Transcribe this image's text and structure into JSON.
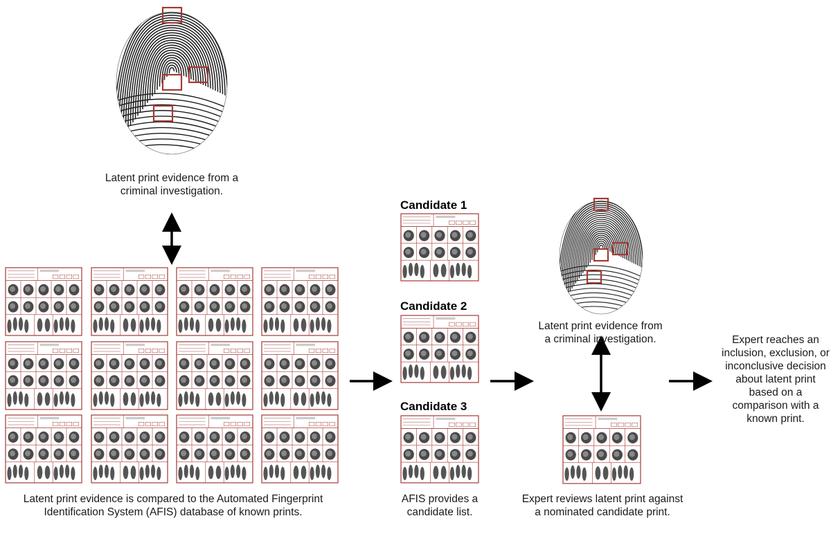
{
  "latent_caption_top": "Latent print evidence from a criminal investigation.",
  "latent_caption_right": "Latent print evidence from a criminal investigation.",
  "database_caption": "Latent print evidence is compared to the Automated Fingerprint Identification System (AFIS) database of known prints.",
  "afis_caption": "AFIS provides a candidate list.",
  "expert_review_caption": "Expert reviews latent print against a nominated candidate print.",
  "decision_caption": "Expert reaches an inclusion, exclusion, or inconclusive decision about latent print based on a comparison with a known print.",
  "candidates": [
    {
      "label": "Candidate 1"
    },
    {
      "label": "Candidate 2"
    },
    {
      "label": "Candidate 3"
    }
  ],
  "colors": {
    "card_border": "#a33a33",
    "highlight_box": "#a33a33",
    "ink": "#1a1a1a"
  }
}
